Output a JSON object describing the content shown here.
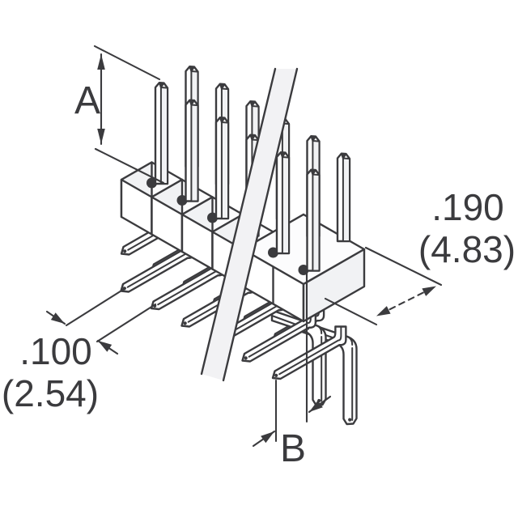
{
  "drawing": {
    "subject": "dual-row right-angle pin header isometric drawing"
  },
  "dimensions": {
    "a": {
      "label": "A"
    },
    "b": {
      "label": "B"
    },
    "pitch": {
      "inches": ".100",
      "metric": "(2.54)"
    },
    "row": {
      "inches": ".190",
      "metric": "(4.83)"
    }
  },
  "colors": {
    "ink": "#3b3b3e",
    "paper": "#ffffff",
    "shade": "#f1f2f4",
    "top_face": "#fcfcfd",
    "band": "#f2f2f4"
  }
}
